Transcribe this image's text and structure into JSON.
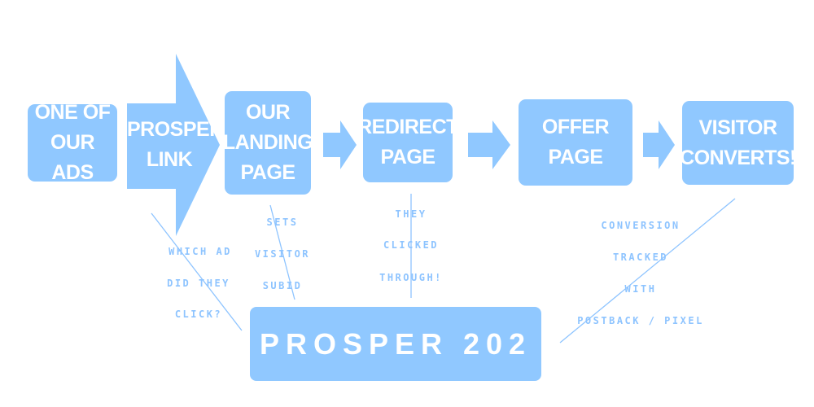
{
  "colors": {
    "box_fill": "#90c8ff",
    "box_text": "#ffffff",
    "note_text": "#8ec4ff",
    "connector_line": "#8ec4ff"
  },
  "steps": [
    {
      "id": "ad",
      "lines": [
        "ONE OF",
        "OUR ADS"
      ]
    },
    {
      "id": "link",
      "lines": [
        "PROSPER",
        "LINK"
      ]
    },
    {
      "id": "landing",
      "lines": [
        "OUR",
        "LANDING",
        "PAGE"
      ]
    },
    {
      "id": "redirect",
      "lines": [
        "REDIRECT",
        "PAGE"
      ]
    },
    {
      "id": "offer",
      "lines": [
        "OFFER",
        "PAGE"
      ]
    },
    {
      "id": "converts",
      "lines": [
        "VISITOR",
        "CONVERTS!"
      ]
    }
  ],
  "notes": {
    "link": [
      "WHICH AD",
      "DID THEY",
      "CLICK?"
    ],
    "landing": [
      "SETS",
      "VISITOR",
      "SUBID"
    ],
    "redirect": [
      "THEY",
      "CLICKED",
      "THROUGH!"
    ],
    "converts": [
      "CONVERSION",
      "TRACKED",
      "WITH",
      "POSTBACK / PIXEL"
    ]
  },
  "hub": {
    "label": "PROSPER 202"
  }
}
